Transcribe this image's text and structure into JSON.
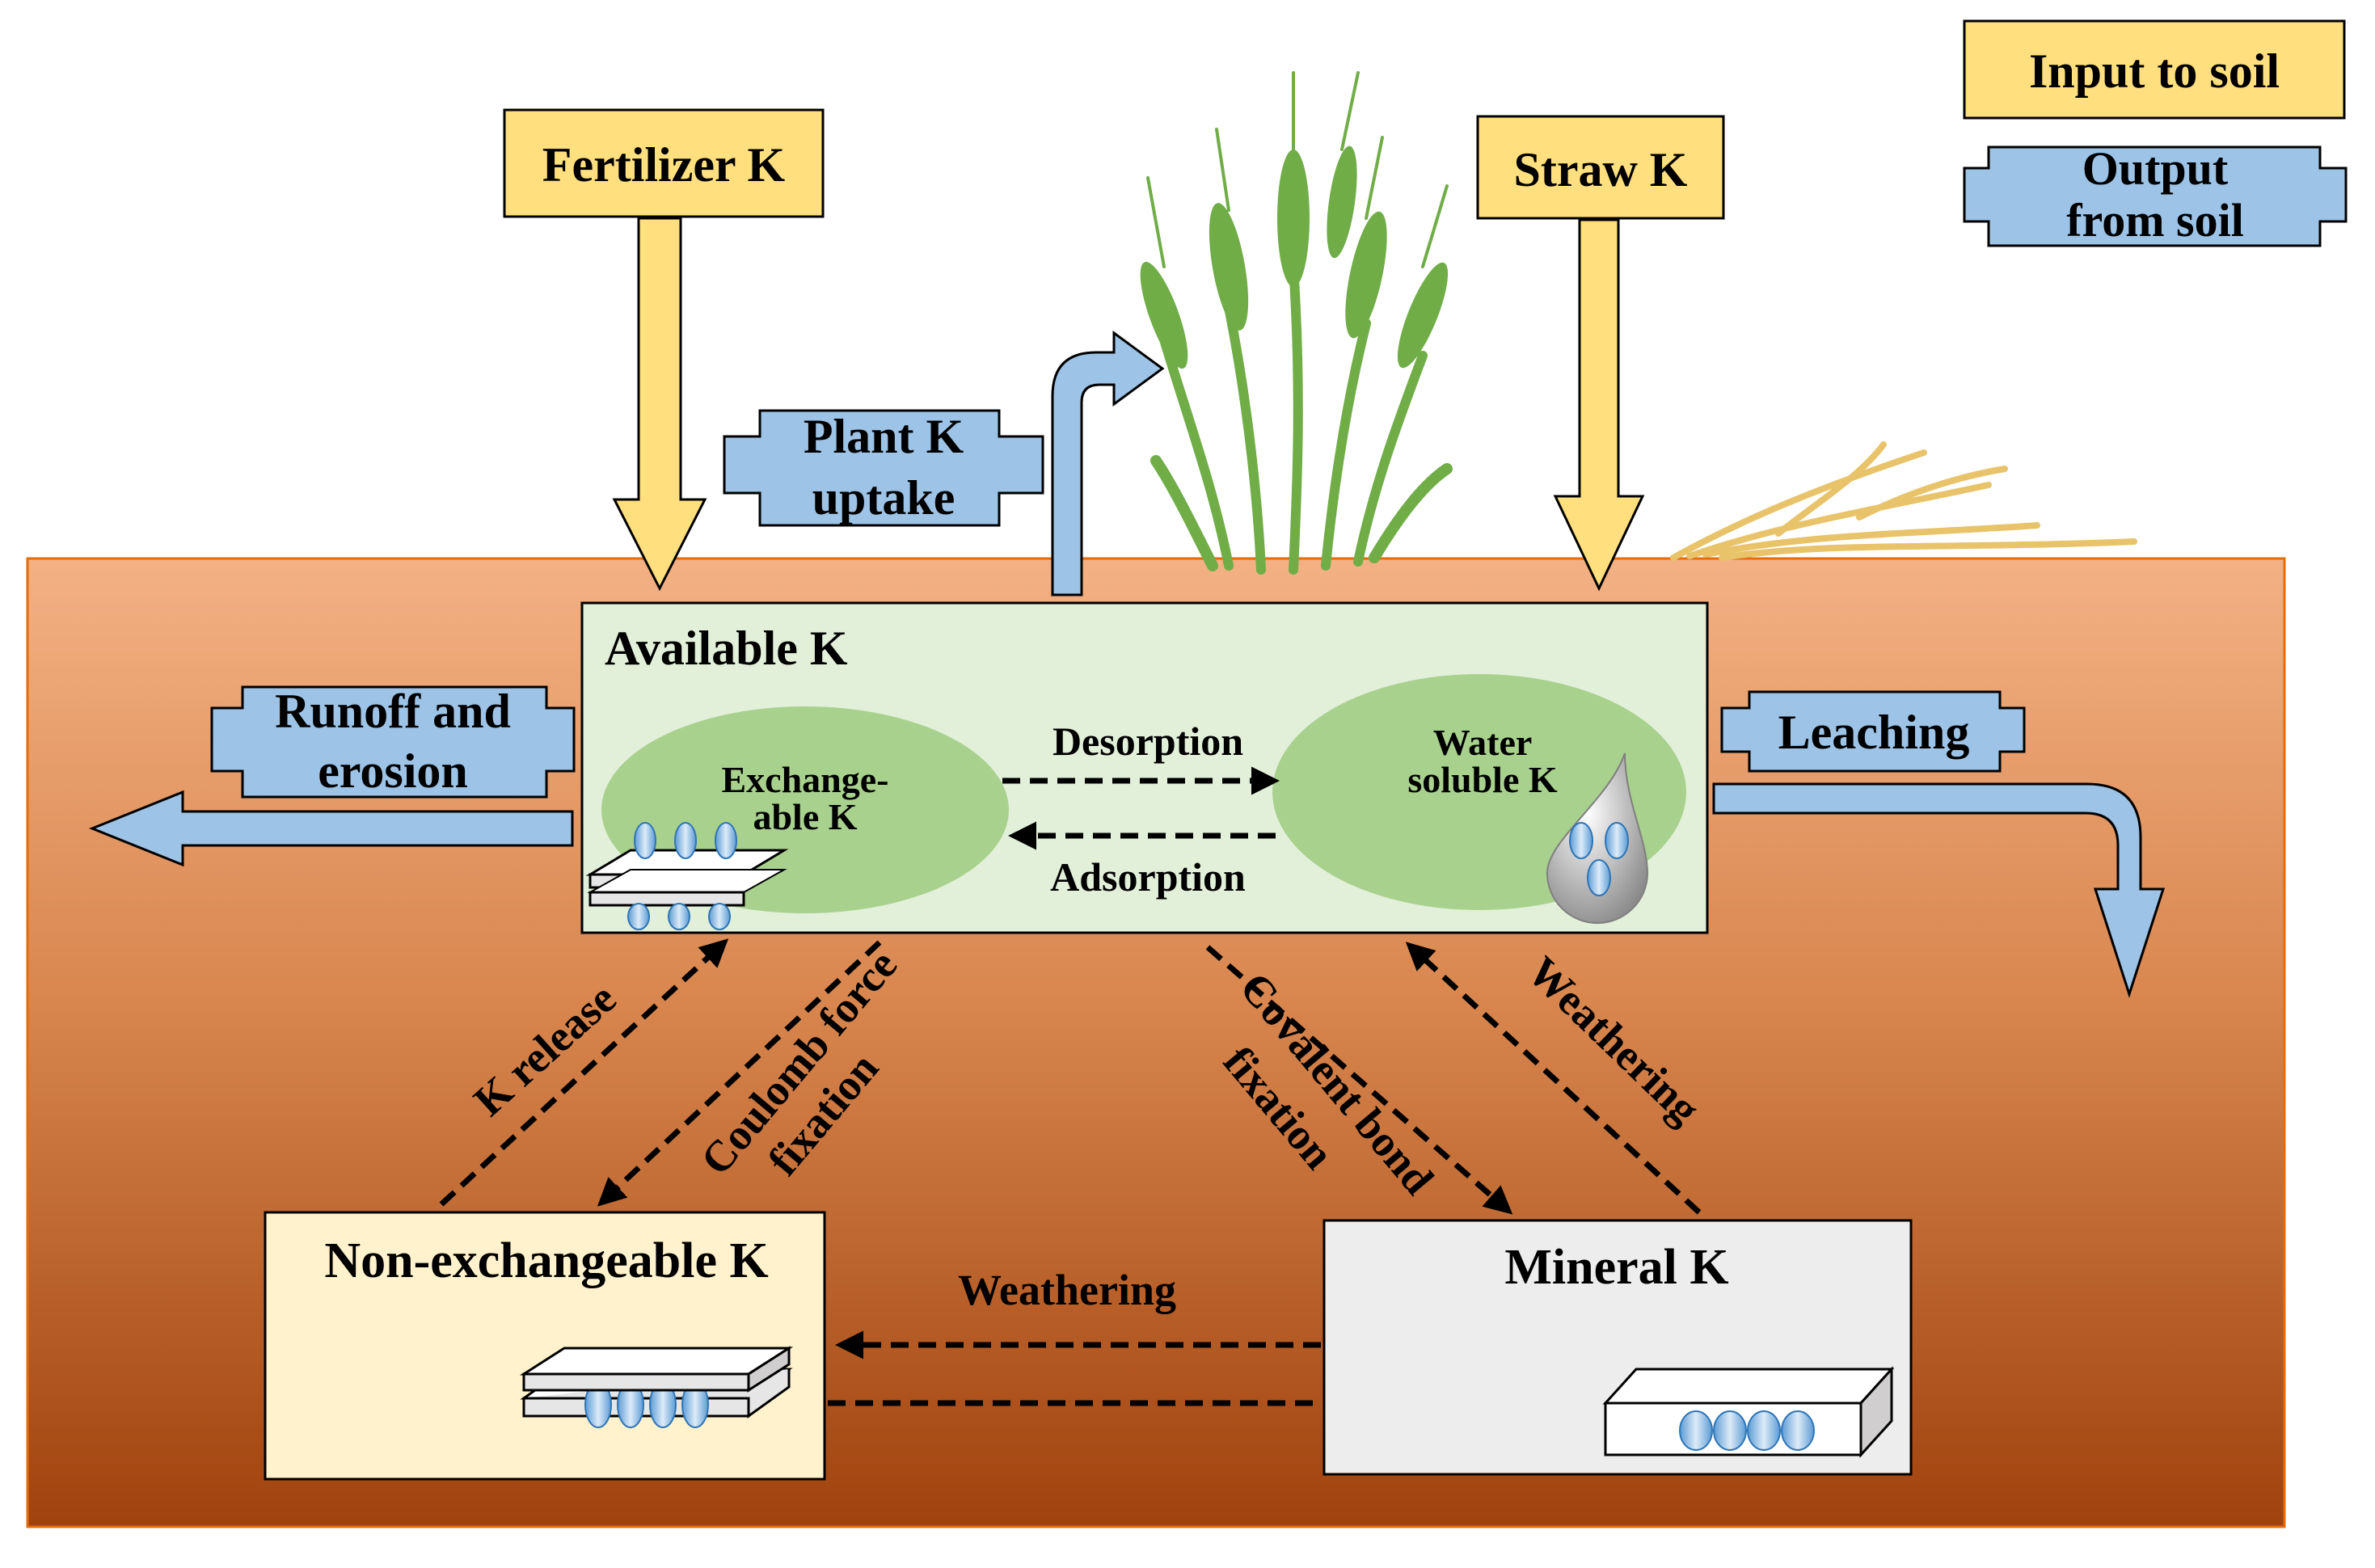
{
  "legend": {
    "input_label": "Input to soil",
    "output_label_line1": "Output",
    "output_label_line2": "from soil"
  },
  "inputs": {
    "fertilizer": "Fertilizer K",
    "straw": "Straw K"
  },
  "outputs": {
    "plant_uptake_line1": "Plant K",
    "plant_uptake_line2": "uptake",
    "runoff_line1": "Runoff and",
    "runoff_line2": "erosion",
    "leaching": "Leaching"
  },
  "available_box": {
    "title": "Available K",
    "exchangeable_line1": "Exchange-",
    "exchangeable_line2": "able K",
    "water_soluble_line1": "Water",
    "water_soluble_line2": "soluble K",
    "desorption": "Desorption",
    "adsorption": "Adsorption"
  },
  "pools": {
    "non_exchangeable": "Non-exchangeable K",
    "mineral": "Mineral K"
  },
  "processes": {
    "k_release": "K release",
    "coulomb_line1": "Coulomb force",
    "coulomb_line2": "fixation",
    "covalent_line1": "Covalent bond",
    "covalent_line2": "fixation",
    "weathering_right": "Weathering",
    "weathering_bottom": "Weathering"
  },
  "colors": {
    "input_fill": "#FFDF7E",
    "output_fill": "#9DC3E6",
    "soil_top": "#F3B184",
    "soil_bottom": "#A0420D",
    "available_box_fill": "#E2F0D9",
    "pool_ellipse_fill": "#A9D18E",
    "non_exchangeable_fill": "#FFF2CC",
    "mineral_fill": "#EDEDED",
    "wheat_green": "#70AD47",
    "straw_gold": "#E8C36A"
  }
}
